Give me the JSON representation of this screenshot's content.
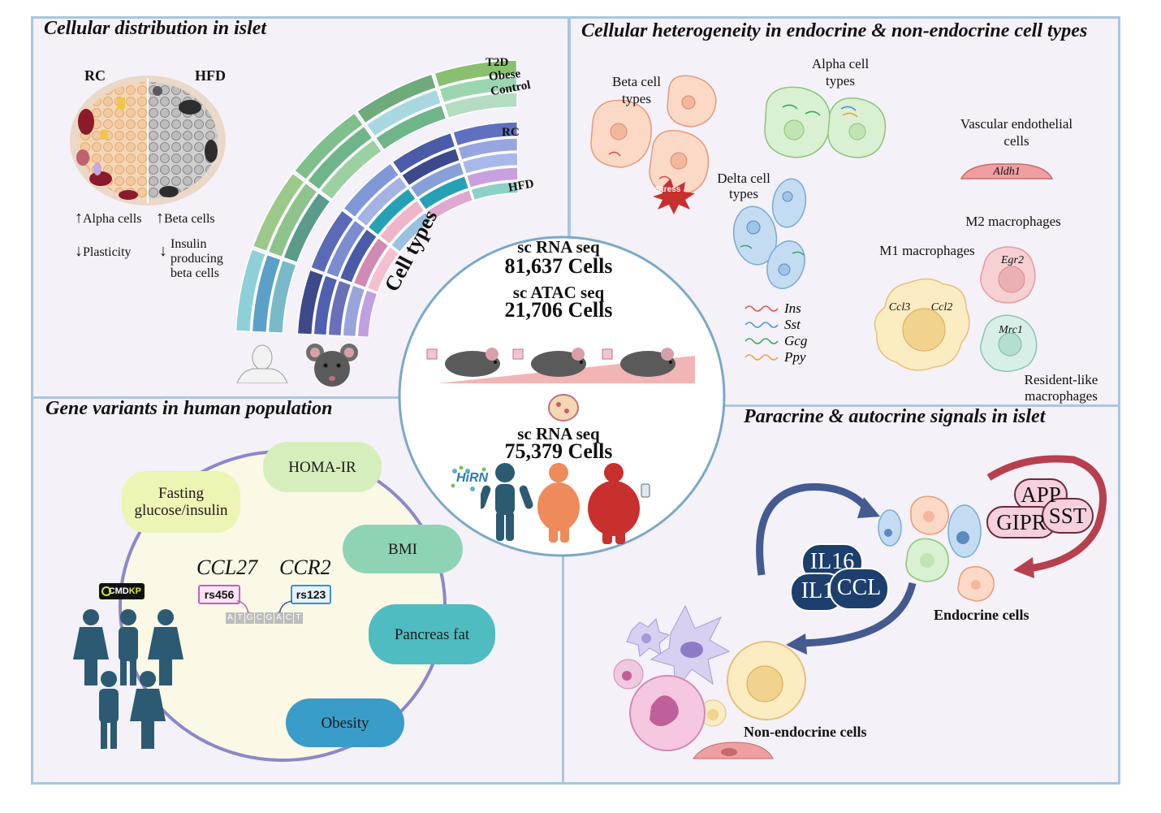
{
  "panels": {
    "p1_title": "Cellular distribution in islet",
    "p2_title": "Cellular heterogeneity in endocrine & non-endocrine cell types",
    "p3_title": "Gene variants in human population",
    "p4_title": "Paracrine & autocrine signals in islet"
  },
  "islet": {
    "rc": "RC",
    "hfd": "HFD",
    "alpha": "Alpha cells",
    "beta": "Beta cells",
    "plasticity": "Plasticity",
    "insulin": "Insulin producing beta cells"
  },
  "rings": {
    "t2d": "T2D",
    "obese": "Obese",
    "control": "Control",
    "rc": "RC",
    "hfd": "HFD",
    "cell_types": "Cell types"
  },
  "center": {
    "rna1_label": "sc RNA seq",
    "rna1_count": "81,637 Cells",
    "atac_label": "sc ATAC seq",
    "atac_count": "21,706 Cells",
    "rna2_label": "sc RNA seq",
    "rna2_count": "75,379 Cells",
    "hirn": "HiRN"
  },
  "hetero": {
    "beta_types": "Beta cell types",
    "alpha_types": "Alpha cell types",
    "vascular": "Vascular endothelial cells",
    "aldh1": "Aldh1",
    "stress": "Stress",
    "delta_types": "Delta cell types",
    "genes": [
      {
        "name": "Ins",
        "color": "#d9534f"
      },
      {
        "name": "Sst",
        "color": "#4a90d9"
      },
      {
        "name": "Gcg",
        "color": "#3aa55d"
      },
      {
        "name": "Ppy",
        "color": "#f0a040"
      }
    ],
    "m2": "M2 macrophages",
    "egr2": "Egr2",
    "m1": "M1 macrophages",
    "ccl3": "Ccl3",
    "ccl2": "Ccl2",
    "mrc1": "Mrc1",
    "resident": "Resident-like macrophages"
  },
  "variants": {
    "homa": "HOMA-IR",
    "fasting": "Fasting glucose/insulin",
    "bmi": "BMI",
    "pancreas": "Pancreas fat",
    "obesity": "Obesity",
    "ccl27": "CCL27",
    "ccr2": "CCR2",
    "rs456": "rs456",
    "rs123": "rs123",
    "seq": [
      "A",
      "T",
      "G",
      "C",
      "G",
      "A",
      "C",
      "T"
    ],
    "cmdkp_a": "CMD",
    "cmdkp_b": "KP"
  },
  "signals": {
    "app": "APP",
    "sst": "SST",
    "gipr": "GIPR",
    "il16": "IL16",
    "il1": "IL1",
    "ccl": "CCL",
    "endocrine": "Endocrine cells",
    "nonendocrine": "Non-endocrine cells"
  }
}
